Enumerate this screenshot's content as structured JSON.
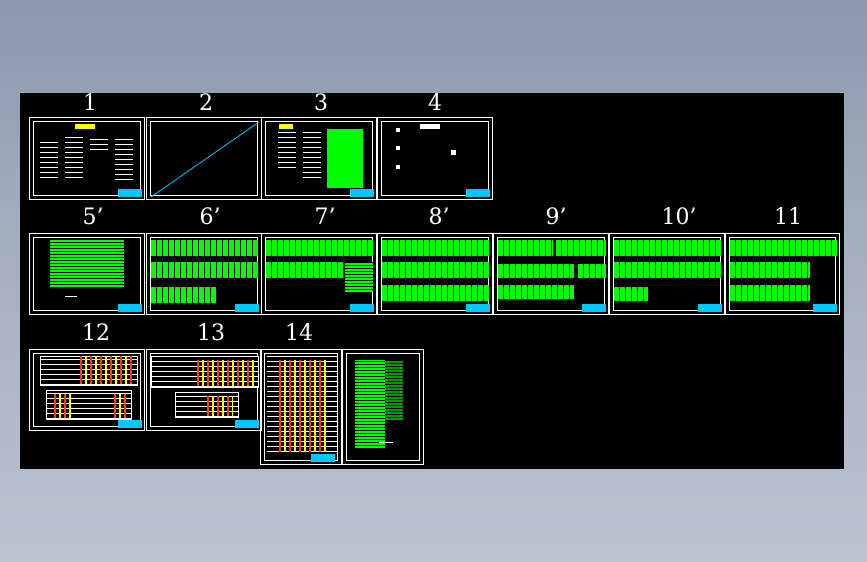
{
  "canvas": {
    "background": "#000000",
    "accent": "#00ff00",
    "titleblock": "#00c8ff"
  },
  "rows": [
    {
      "labels": [
        "1",
        "2",
        "3",
        "4"
      ]
    },
    {
      "labels": [
        "5’",
        "6’",
        "7’",
        "8’",
        "9’",
        "10’",
        "11"
      ]
    },
    {
      "labels": [
        "12",
        "13",
        "14"
      ]
    }
  ]
}
